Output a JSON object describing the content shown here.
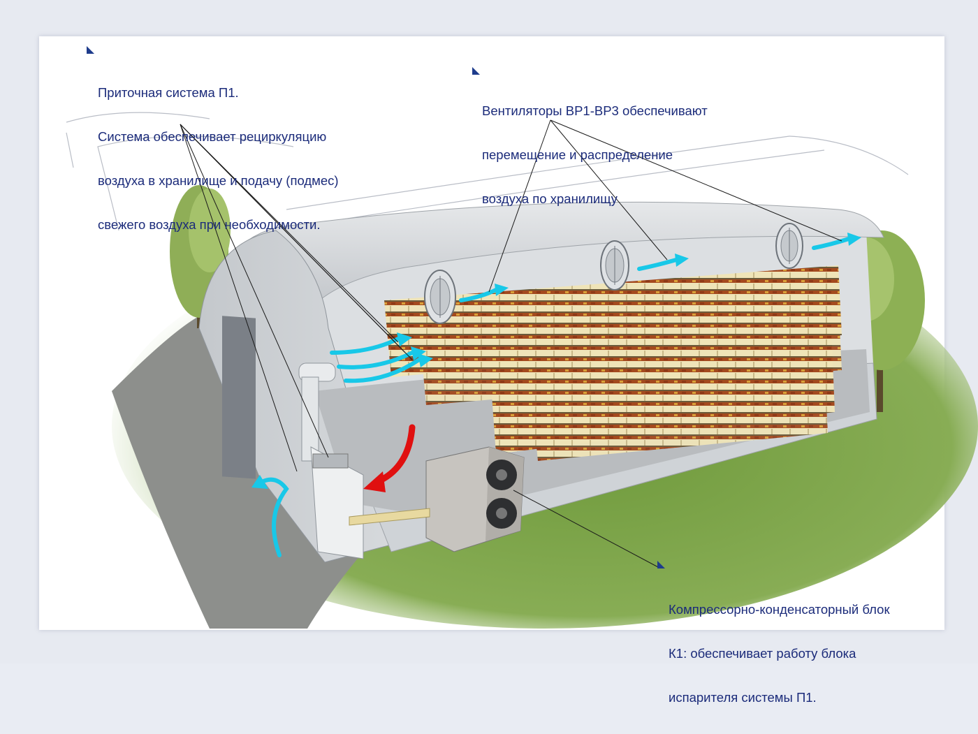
{
  "callouts": {
    "supply": {
      "lines": [
        "Приточная система П1.",
        "Система обеспечивает рециркуляцию",
        "воздуха в хранилище и подачу (подмес)",
        "свежего воздуха при необходимости."
      ]
    },
    "fans": {
      "lines": [
        "Вентиляторы ВР1-ВР3 обеспечивают",
        "перемещение и распределение",
        "воздуха по хранилищу"
      ]
    },
    "condenser": {
      "lines": [
        "Компрессорно-конденсаторный блок",
        "К1: обеспечивает работу блока",
        "испарителя системы П1."
      ]
    }
  },
  "colors": {
    "callout_text": "#1b2b7a",
    "callout_marker": "#1e3c8c",
    "air_arrow": "#18c8e8",
    "warm_arrow": "#e01010",
    "grass": "#6f9a3c",
    "hangar": "#c9cdd1"
  },
  "icons": {
    "callout_marker": "triangle-marker-icon",
    "fan": "axial-fan-icon",
    "air_flow": "air-flow-arrow-icon"
  }
}
